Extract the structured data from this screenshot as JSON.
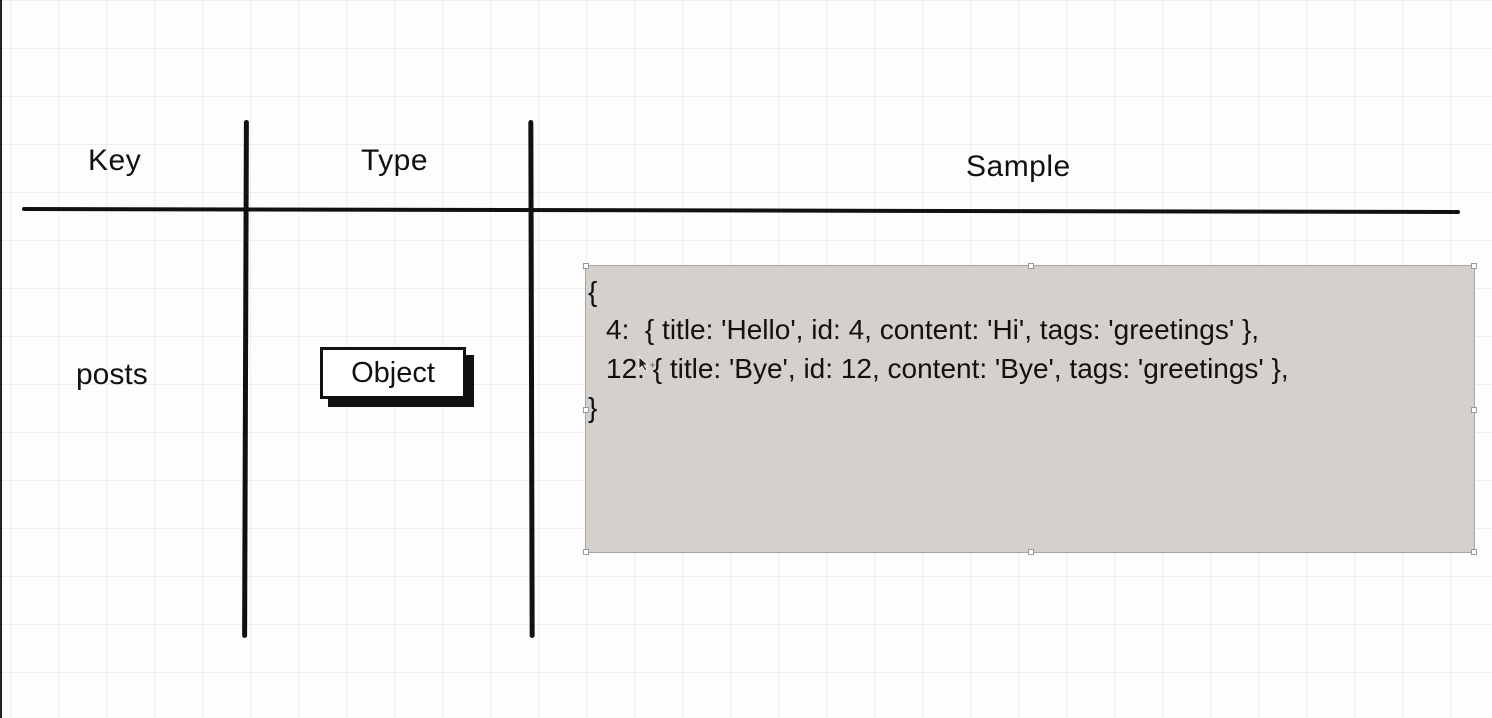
{
  "table": {
    "headers": {
      "key": "Key",
      "type": "Type",
      "sample": "Sample"
    },
    "rows": [
      {
        "key": "posts",
        "type": "Object",
        "sample_lines": [
          "{",
          "4:  { title: 'Hello', id: 4, content: 'Hi', tags: 'greetings' },",
          "12: { title: 'Bye', id: 12, content: 'Bye', tags: 'greetings' },",
          "}"
        ]
      }
    ]
  },
  "colors": {
    "ink": "#111111",
    "sample_fill": "#d5d0cc",
    "grid": "#efefef"
  }
}
